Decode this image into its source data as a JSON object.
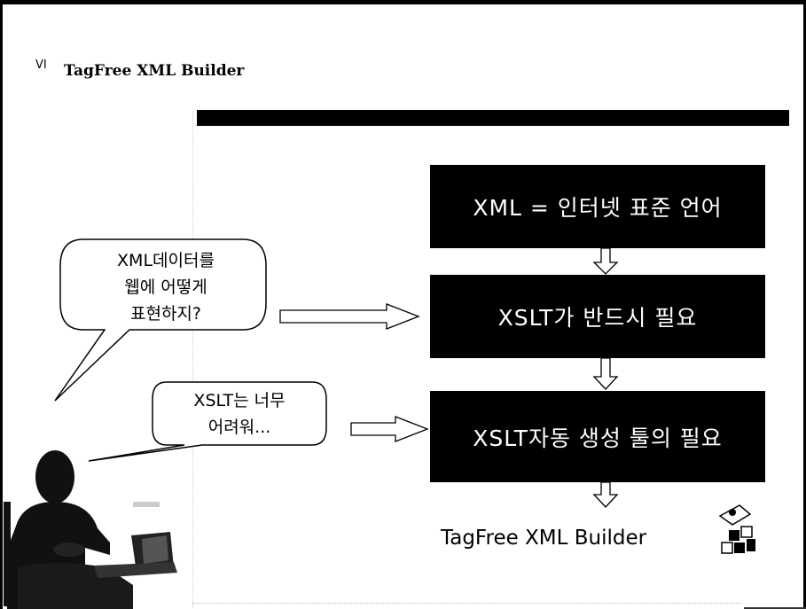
{
  "header": {
    "section_number": "VI",
    "title": "TagFree XML Builder"
  },
  "boxes": [
    {
      "label": "XML = 인터넷 표준 언어"
    },
    {
      "label": "XSLT가 반드시 필요"
    },
    {
      "label": "XSLT자동 생성 툴의 필요"
    }
  ],
  "bubbles": [
    {
      "lines": [
        "XML데이터를",
        "웹에 어떻게",
        "표현하지?"
      ]
    },
    {
      "lines": [
        "XSLT는 너무",
        "어려워..."
      ]
    }
  ],
  "result": {
    "label": "TagFree XML Builder"
  },
  "icons": {
    "product_logo": "tagfree-puzzle-logo",
    "person": "person-with-laptop-silhouette"
  }
}
